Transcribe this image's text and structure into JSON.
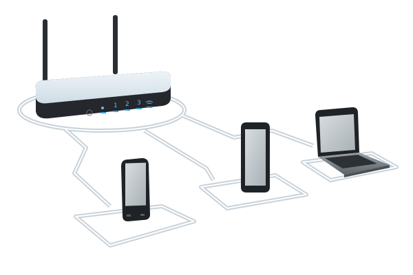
{
  "router": {
    "port_labels": [
      "1",
      "2",
      "3"
    ],
    "body_color": "#dbe6ee",
    "base_color": "#24272b",
    "led_color": "#3aa6ea"
  },
  "devices": [
    "router",
    "smartphone",
    "tablet",
    "laptop"
  ],
  "network_line_color": "#c9d2d9",
  "background_color": "#ffffff"
}
